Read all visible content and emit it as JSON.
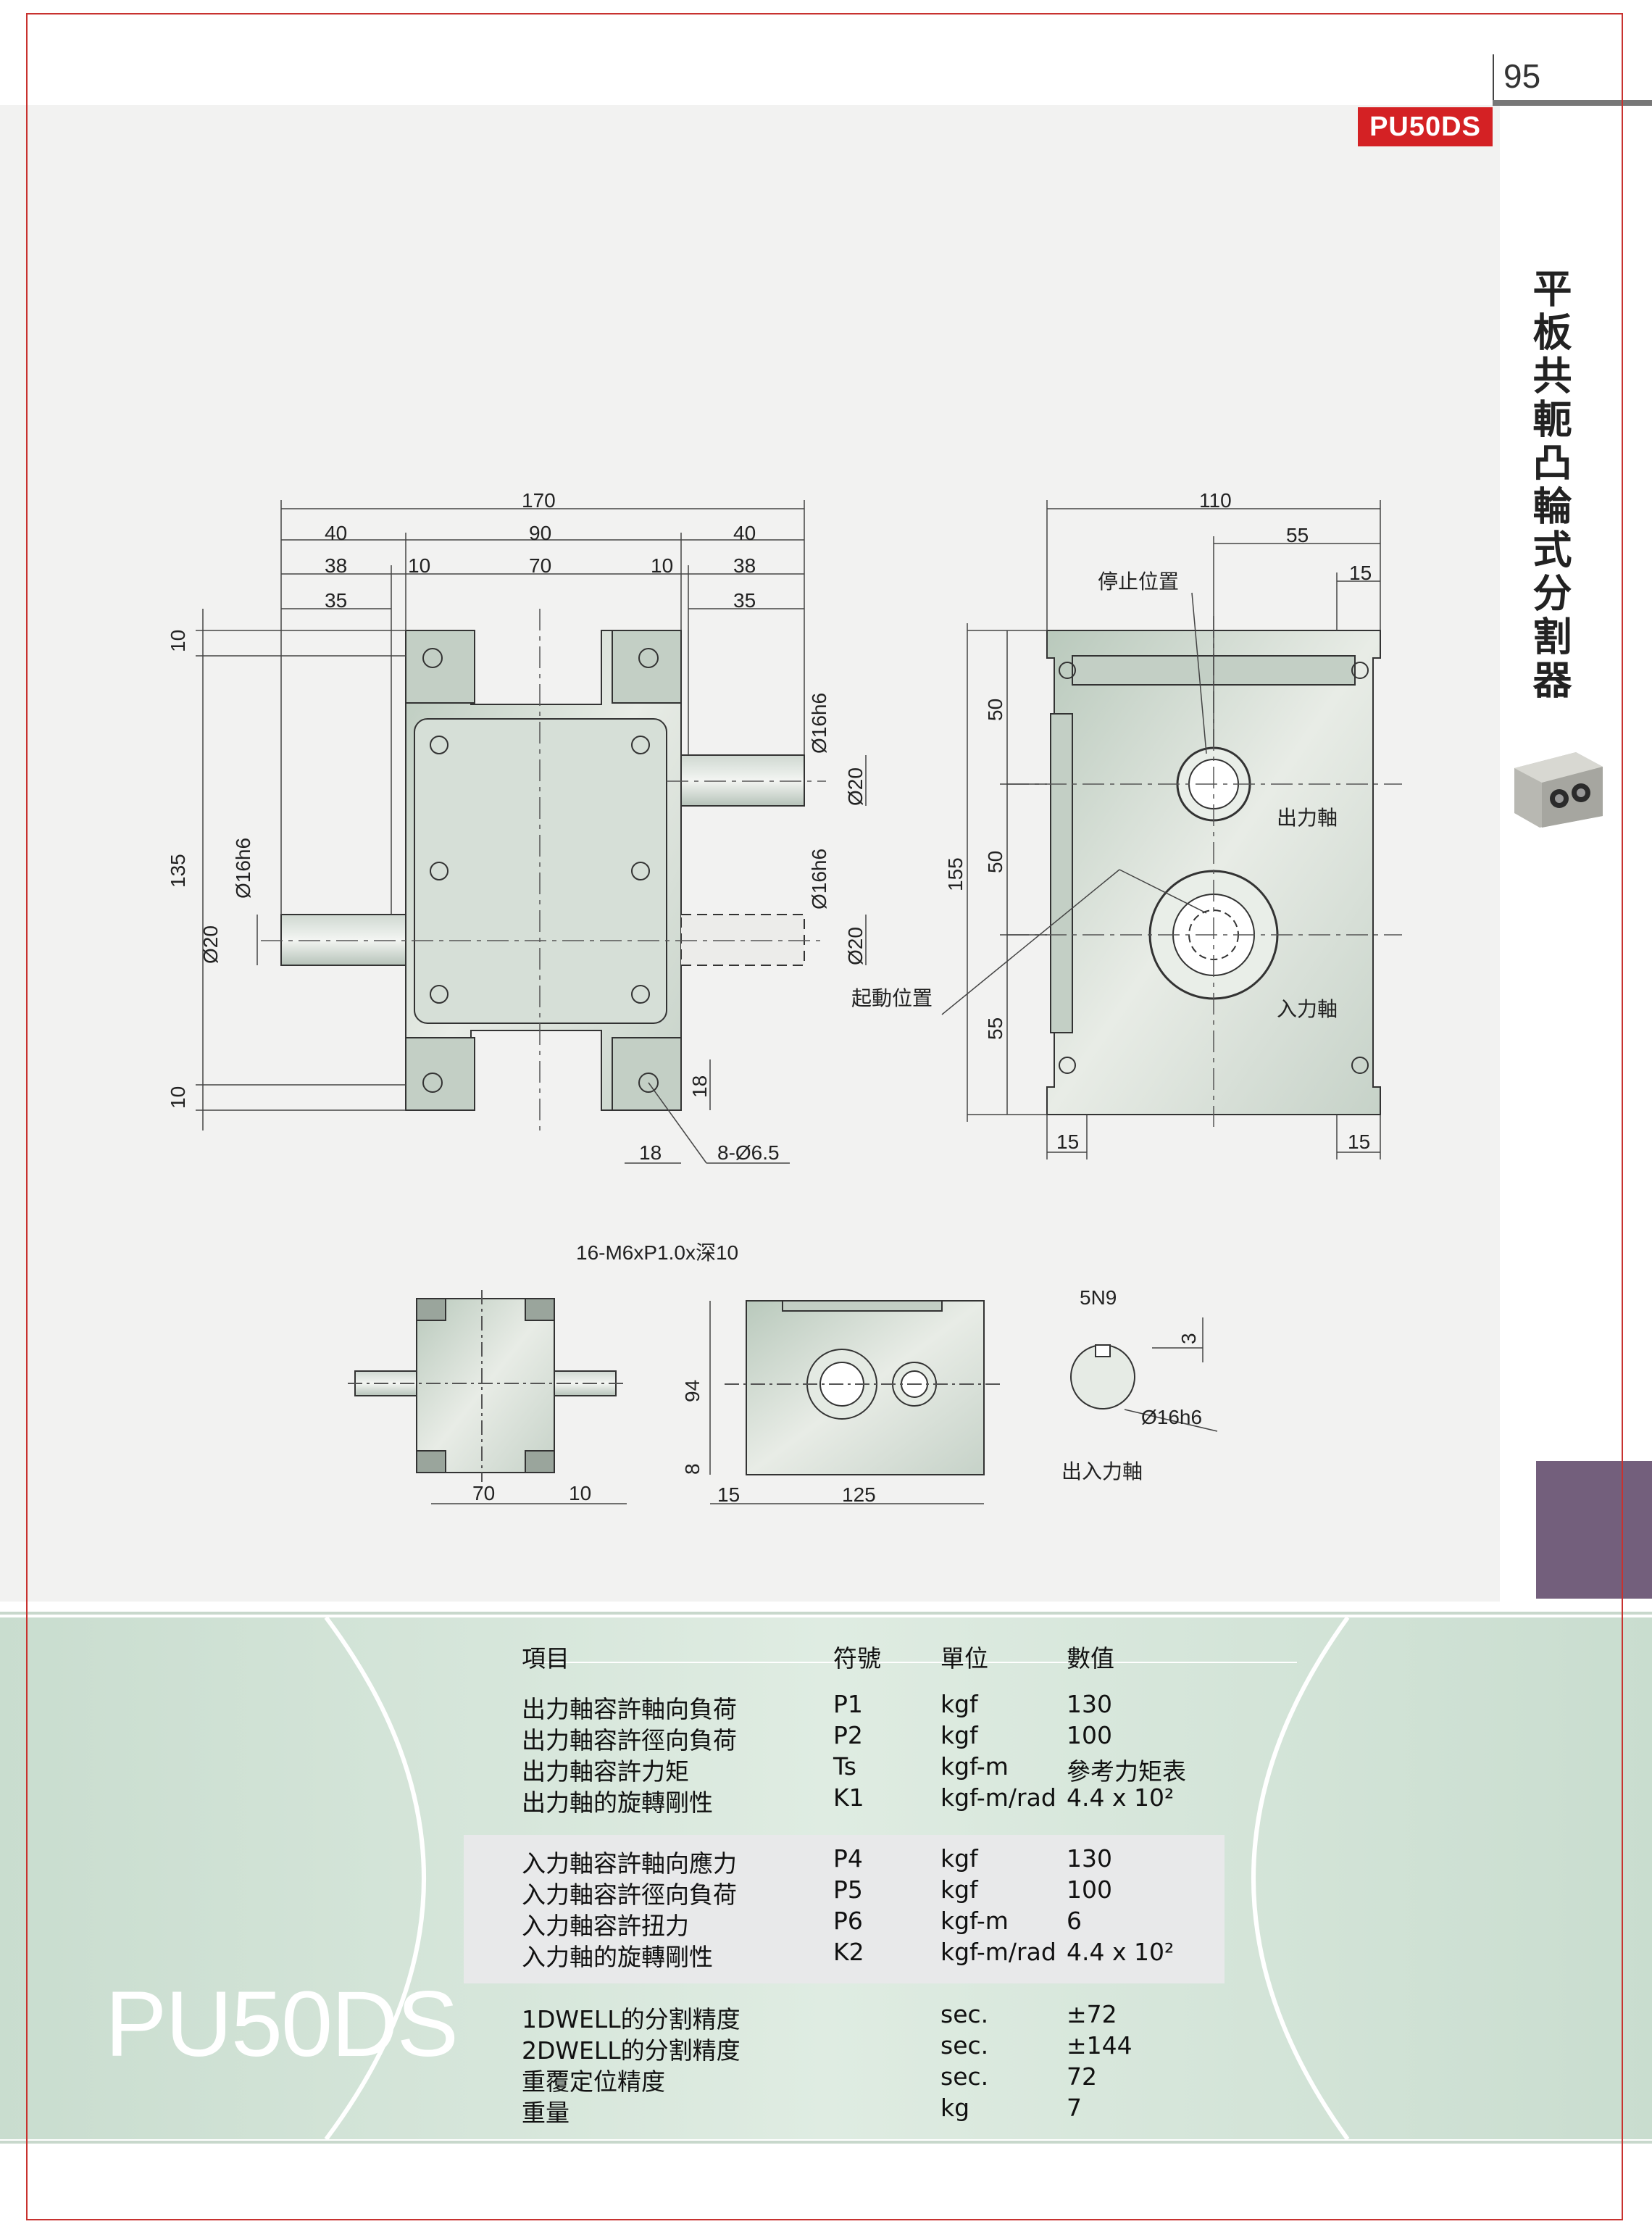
{
  "page": {
    "number": "95",
    "model_tag": "PU50DS",
    "side_title": "平板共軛凸輪式分割器",
    "big_model": "PU50DS"
  },
  "drawing": {
    "front_view": {
      "dims_top": [
        "170",
        "40",
        "90",
        "40",
        "38",
        "10",
        "70",
        "10",
        "38",
        "35",
        "35"
      ],
      "dims_left": [
        "10",
        "135",
        "10",
        "Ø16h6",
        "Ø20"
      ],
      "dims_right": [
        "Ø16h6",
        "Ø20",
        "Ø16h6",
        "Ø20"
      ],
      "dims_bottom": [
        "18",
        "18",
        "8-Ø6.5"
      ]
    },
    "side_view": {
      "dims_top": [
        "110",
        "55",
        "15"
      ],
      "dims_left": [
        "155",
        "50",
        "50",
        "55"
      ],
      "dims_bottom": [
        "15",
        "15"
      ],
      "labels": {
        "stop": "停止位置",
        "start": "起動位置",
        "output": "出力軸",
        "input": "入力軸"
      }
    },
    "small_views": {
      "thread_note": "16-M6xP1.0x深10",
      "dims_a": [
        "70",
        "10"
      ],
      "dims_b": [
        "94",
        "8",
        "15",
        "125"
      ],
      "key_dims": [
        "5N9",
        "3",
        "Ø16h6"
      ],
      "key_caption": "出入力軸"
    }
  },
  "spec": {
    "headers": {
      "item": "項目",
      "symbol": "符號",
      "unit": "單位",
      "value": "數值"
    },
    "rows": [
      {
        "item": "出力軸容許軸向負荷",
        "symbol": "P1",
        "unit": "kgf",
        "value": "130"
      },
      {
        "item": "出力軸容許徑向負荷",
        "symbol": "P2",
        "unit": "kgf",
        "value": "100"
      },
      {
        "item": "出力軸容許力矩",
        "symbol": "Ts",
        "unit": "kgf-m",
        "value": "參考力矩表"
      },
      {
        "item": "出力軸的旋轉剛性",
        "symbol": "K1",
        "unit": "kgf-m/rad",
        "value": "4.4 x 10²"
      },
      {
        "item": "入力軸容許軸向應力",
        "symbol": "P4",
        "unit": "kgf",
        "value": "130"
      },
      {
        "item": "入力軸容許徑向負荷",
        "symbol": "P5",
        "unit": "kgf",
        "value": "100"
      },
      {
        "item": "入力軸容許扭力",
        "symbol": "P6",
        "unit": "kgf-m",
        "value": "6"
      },
      {
        "item": "入力軸的旋轉剛性",
        "symbol": "K2",
        "unit": "kgf-m/rad",
        "value": "4.4 x 10²"
      },
      {
        "item": "1DWELL的分割精度",
        "symbol": "",
        "unit": "sec.",
        "value": "±72"
      },
      {
        "item": "2DWELL的分割精度",
        "symbol": "",
        "unit": "sec.",
        "value": "±144"
      },
      {
        "item": "重覆定位精度",
        "symbol": "",
        "unit": "sec.",
        "value": "72"
      },
      {
        "item": "重量",
        "symbol": "",
        "unit": "kg",
        "value": "7"
      }
    ]
  },
  "colors": {
    "frame": "#c8322f",
    "tag": "#d42124",
    "band": "#dfece2",
    "tab": "#735f7c"
  }
}
